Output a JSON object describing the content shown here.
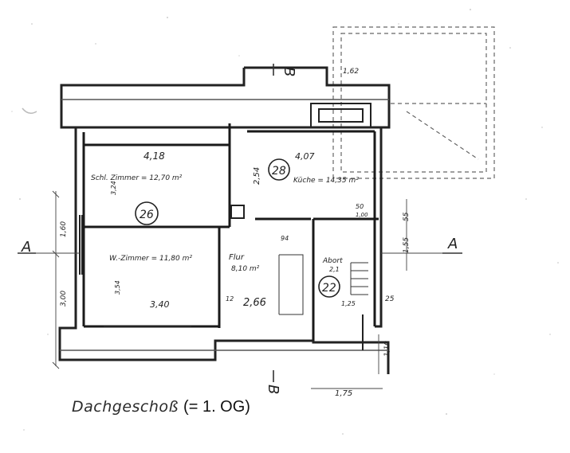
{
  "caption": {
    "handwritten": "Dachgeschoß",
    "typed": "(= 1. OG)"
  },
  "section_marks": {
    "vertical": "B",
    "horizontal": "A"
  },
  "rooms": {
    "schlafzimmer": {
      "label": "Schl. Zimmer = 12,70 m²",
      "number": "26"
    },
    "kueche": {
      "label": "Küche = 14,35 m²",
      "number": "28"
    },
    "wohnzimmer": {
      "label": "W.-Zimmer = 11,80 m²"
    },
    "flur": {
      "label": "Flur",
      "area": "8,10 m²"
    },
    "abort": {
      "label": "Abort",
      "area": "2,1",
      "number": "22"
    }
  },
  "dimensions": {
    "d_418": "4,18",
    "d_407": "4,07",
    "d_162": "1,62",
    "d_254": "2,54",
    "d_266": "2,66",
    "d_340": "3,40",
    "d_160": "1,60",
    "d_300": "3,00",
    "d_155": "1,55",
    "d_110": "1,10",
    "d_175": "1,75",
    "d_50": "50",
    "d_25": "25",
    "d_12": "12",
    "d_94": "94",
    "d_1_00": "1,00",
    "d_3_24": "3,24",
    "d_3_54": "3,54",
    "d_125": "1,25",
    "d_55": "55"
  }
}
